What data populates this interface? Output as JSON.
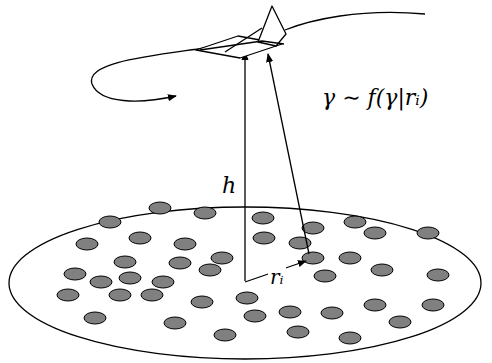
{
  "diagram": {
    "labels": [
      "γ ∼ f(γ|rᵢ)",
      "h",
      "rᵢ"
    ]
  }
}
